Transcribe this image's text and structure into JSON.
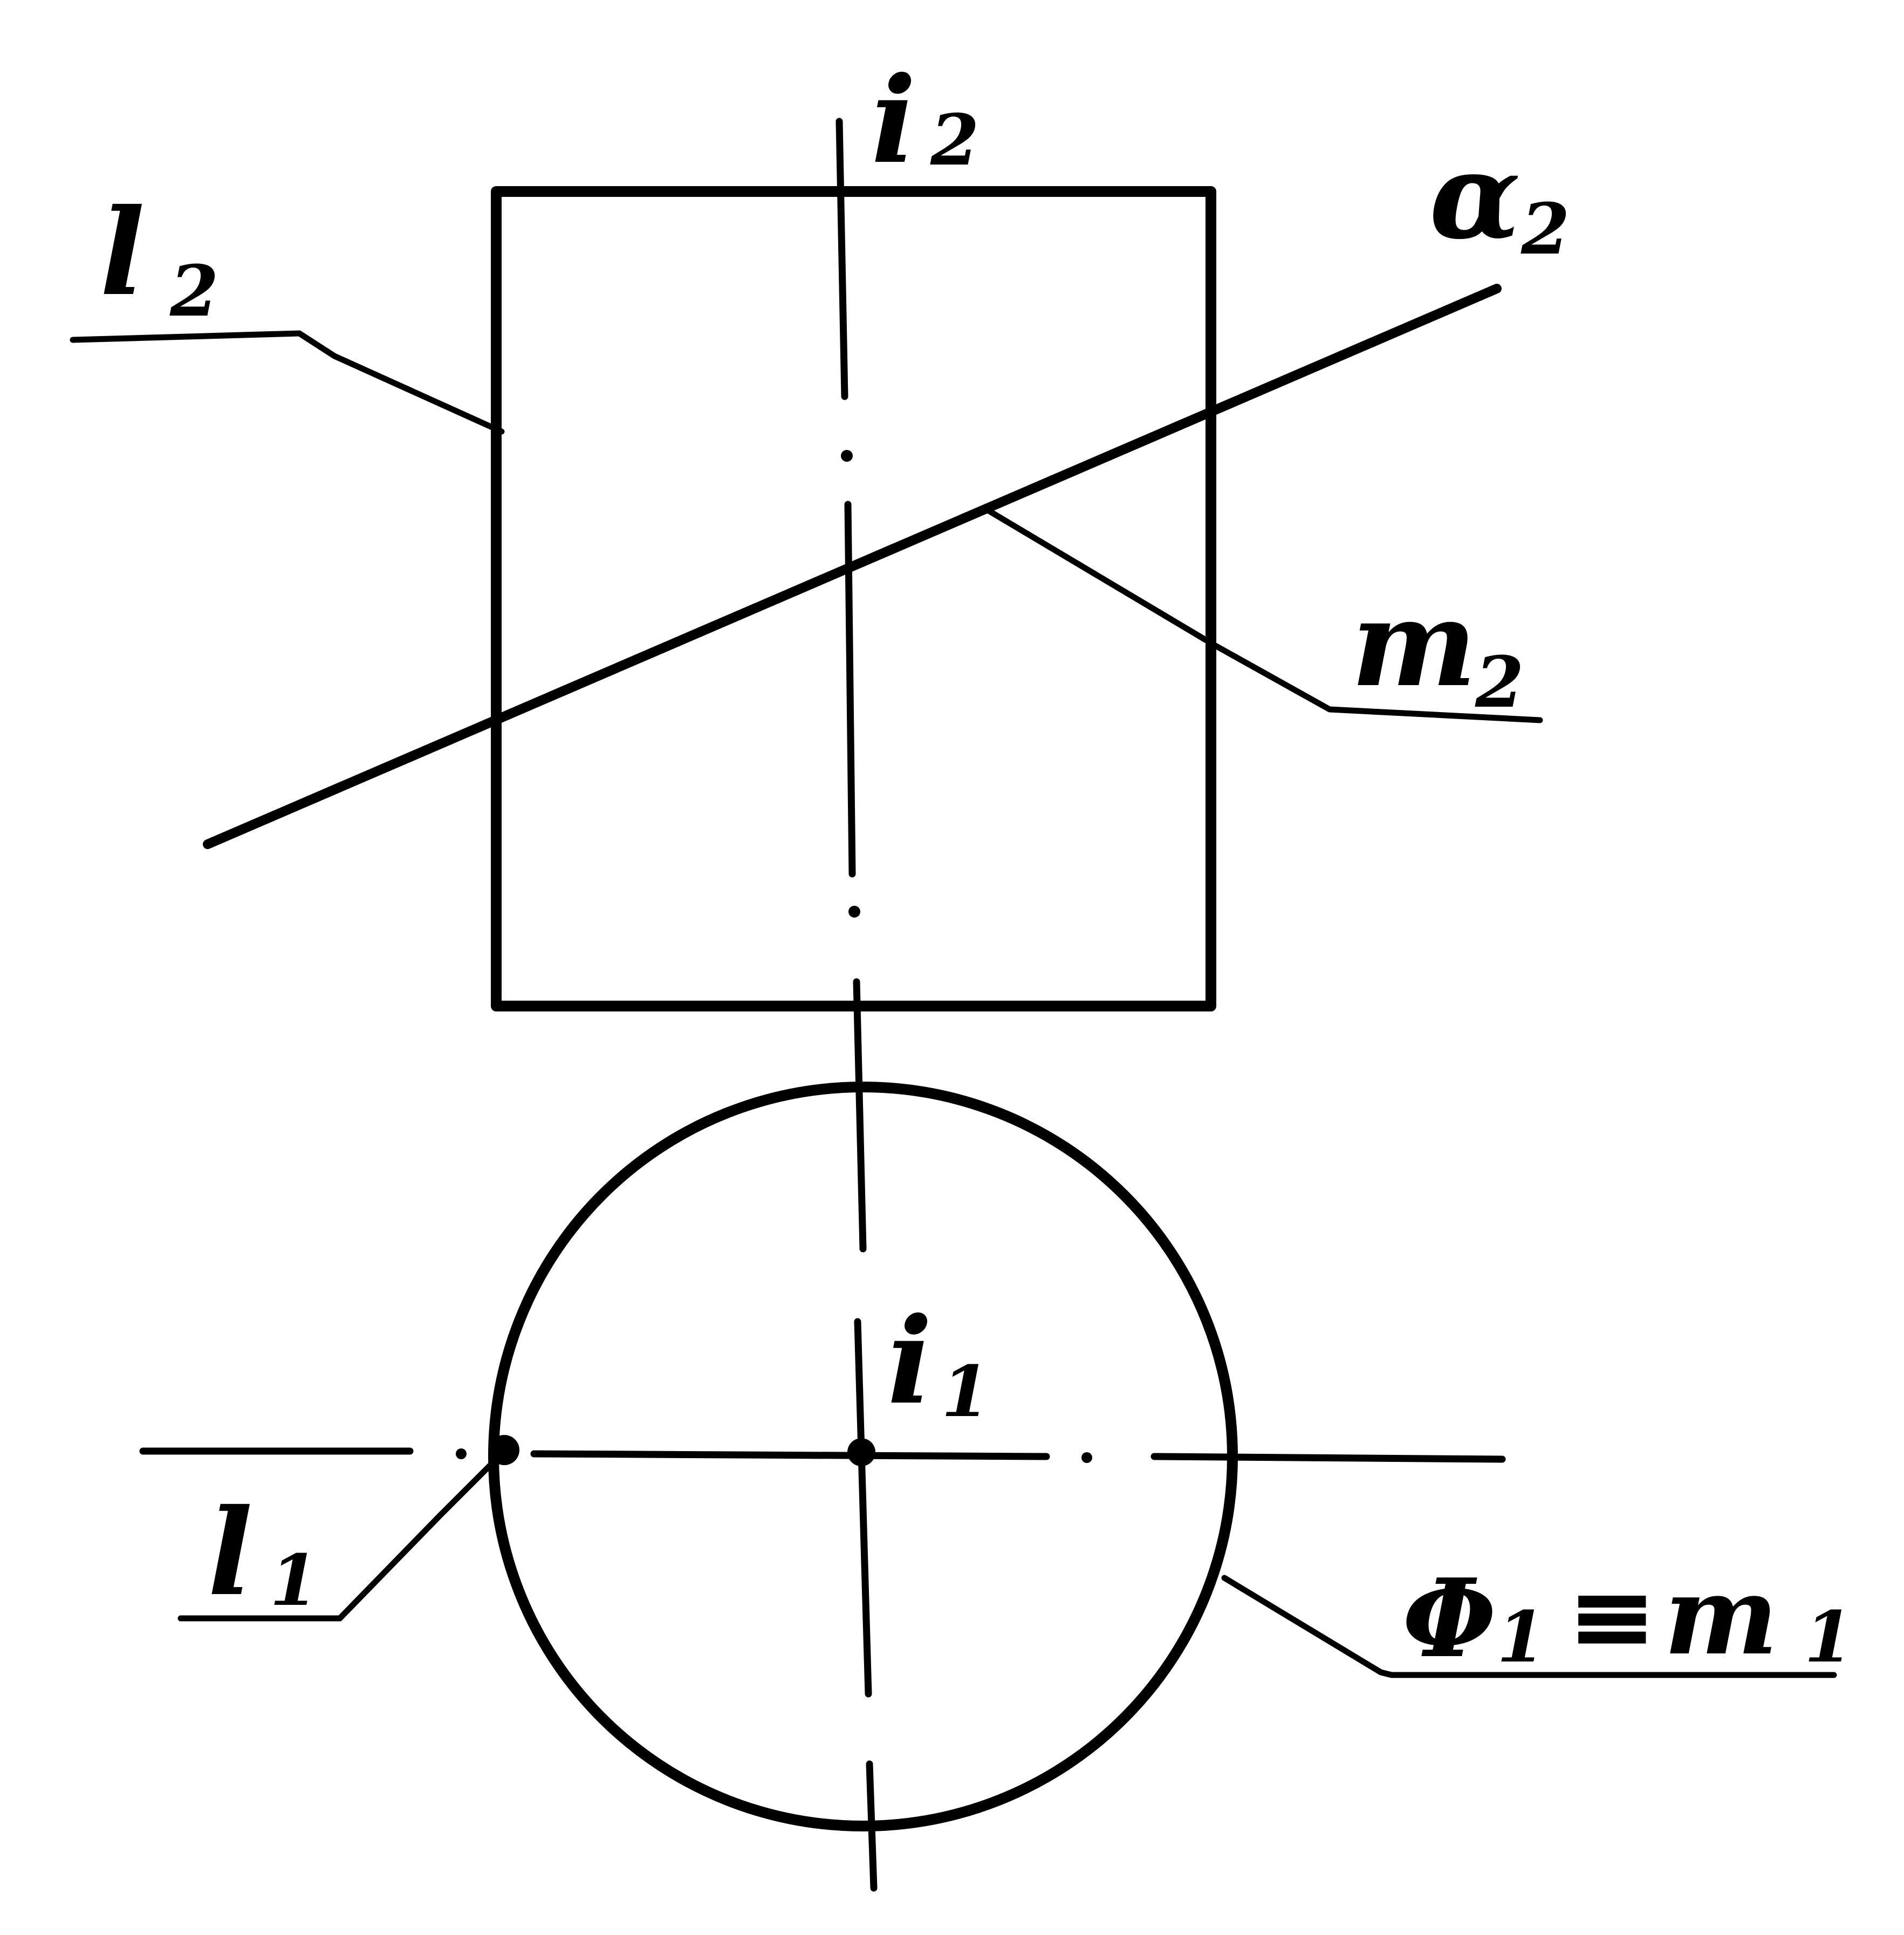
{
  "labels": {
    "i2": {
      "main": "i",
      "sub": "2"
    },
    "l2": {
      "main": "l",
      "sub": "2"
    },
    "alpha2": {
      "main": "α",
      "sub": "2"
    },
    "m2": {
      "main": "m",
      "sub": "2"
    },
    "i1": {
      "main": "i",
      "sub": "1"
    },
    "l1": {
      "main": "l",
      "sub": "1"
    },
    "phi1": {
      "main": "Φ",
      "sub": "1"
    },
    "equiv": "≡",
    "m1": {
      "main": "m",
      "sub": "1"
    }
  }
}
